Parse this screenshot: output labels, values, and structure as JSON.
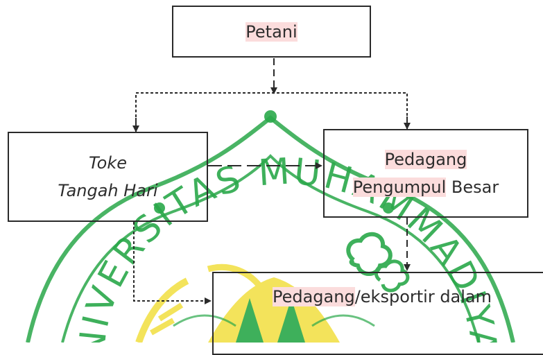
{
  "watermark": {
    "text": "UNIVERSITAS MUHAMMADIYAH",
    "color": "#2aa84a",
    "accent": "#f2e14a"
  },
  "nodes": {
    "petani": {
      "label": "Petani"
    },
    "toke": {
      "line1": "Toke",
      "line2": "Tangah Hari"
    },
    "pengumpul": {
      "line1": "Pedagang",
      "line2_part1": "Pengumpul",
      "line2_part2": " Besar"
    },
    "eksportir": {
      "part1": "Pedagang",
      "part2": "/eksportir dalam"
    }
  },
  "colors": {
    "highlight": "#fbdcdc",
    "border": "#2a2a2a",
    "text": "#2d2d2d"
  }
}
